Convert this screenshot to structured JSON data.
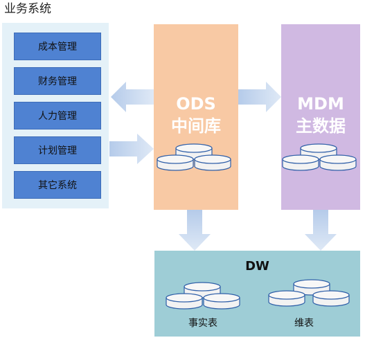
{
  "business": {
    "title": "业务系统",
    "items": [
      {
        "label": "成本管理"
      },
      {
        "label": "财务管理"
      },
      {
        "label": "人力管理"
      },
      {
        "label": "计划管理"
      },
      {
        "label": "其它系统"
      }
    ]
  },
  "ods": {
    "line1": "ODS",
    "line2": "中间库"
  },
  "mdm": {
    "line1": "MDM",
    "line2": "主数据"
  },
  "dw": {
    "title": "DW",
    "fact_label": "事实表",
    "dim_label": "维表"
  },
  "colors": {
    "business_bg": "#e4f1f8",
    "business_item": "#4f82d2",
    "ods_bg": "#f8c9a4",
    "mdm_bg": "#d0b9e2",
    "dw_bg": "#9ecdd6",
    "arrow_fill": "#c9d9ef",
    "db_fill": "#f2f2f2",
    "db_stroke": "#2f5fa8"
  },
  "icons": [
    "database-cluster-icon",
    "arrow-left-icon",
    "arrow-right-icon",
    "arrow-down-icon"
  ]
}
